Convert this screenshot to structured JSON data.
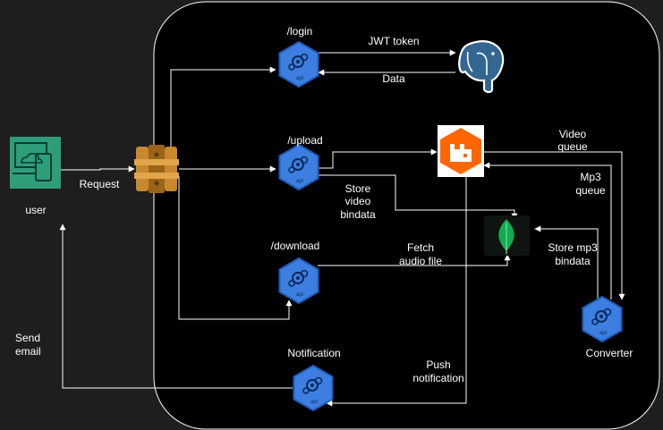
{
  "colors": {
    "background": "#1e1e1e",
    "cluster": "#000000",
    "cluster_border": "#ffffff",
    "arrow": "#ffffff",
    "api_hex": "#3d7fe0",
    "api_hex_edge": "#1f5fbf",
    "gateway": "#c8882e",
    "rabbitmq": "#ff6600",
    "postgres": "#336791",
    "mongodb": "#13aa52",
    "user_device": "#2e9e7a"
  },
  "icons": {
    "user": "user-device-icon",
    "gateway": "api-gateway-icon",
    "service": "api-service-icon",
    "queue": "rabbitmq-icon",
    "sql_db": "postgresql-icon",
    "nosql_db": "mongodb-icon"
  },
  "nodes": {
    "user": "user",
    "login": "/login",
    "upload": "/upload",
    "download": "/download",
    "notification": "Notification",
    "converter": "Converter",
    "api_badge": "api"
  },
  "edges": {
    "request": "Request",
    "jwt_token": "JWT token",
    "data": "Data",
    "video_queue_1": "Video",
    "video_queue_2": "queue",
    "mp3_queue_1": "Mp3",
    "mp3_queue_2": "queue",
    "store_video_1": "Store",
    "store_video_2": "video",
    "store_video_3": "bindata",
    "fetch_audio_1": "Fetch",
    "fetch_audio_2": "audio file",
    "store_mp3_1": "Store mp3",
    "store_mp3_2": "bindata",
    "push_notification_1": "Push",
    "push_notification_2": "notification",
    "send_email_1": "Send",
    "send_email_2": "email"
  }
}
